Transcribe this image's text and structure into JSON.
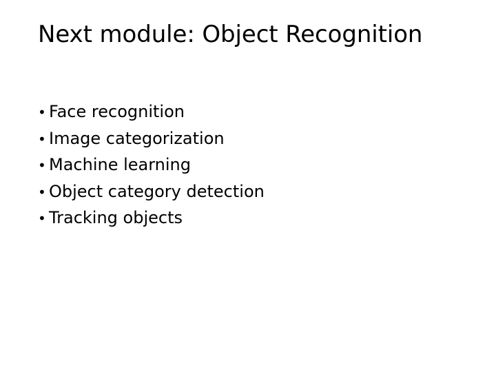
{
  "slide": {
    "title": "Next module: Object Recognition",
    "background_color": "#ffffff",
    "text_color": "#000000",
    "bullet_glyph": "•",
    "bullets": [
      {
        "label": "Face recognition"
      },
      {
        "label": "Image categorization"
      },
      {
        "label": "Machine learning"
      },
      {
        "label": "Object category detection"
      },
      {
        "label": "Tracking objects"
      }
    ]
  }
}
